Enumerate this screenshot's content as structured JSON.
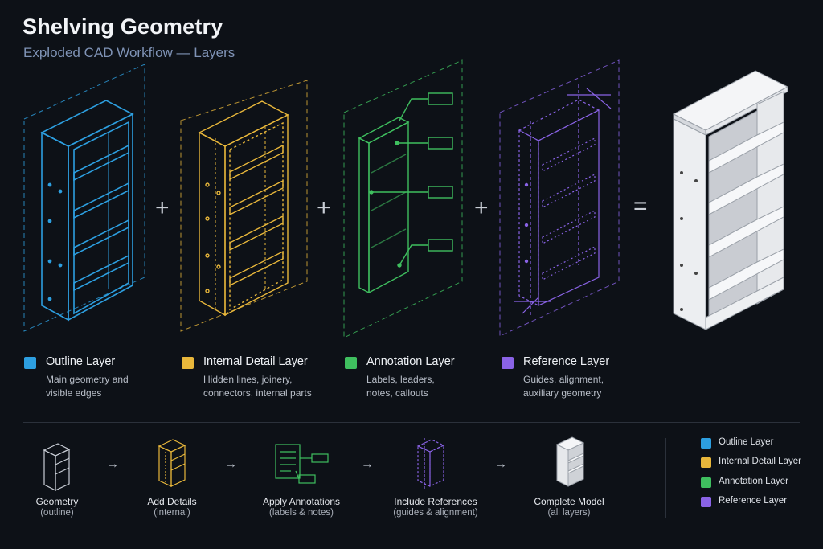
{
  "header": {
    "title": "Shelving Geometry",
    "subtitle": "Exploded CAD Workflow — Layers"
  },
  "operators": [
    "+",
    "+",
    "+",
    "="
  ],
  "colors": {
    "outline": "#2d9fe0",
    "detail": "#e8b73b",
    "annotation": "#3fbf5f",
    "reference": "#8a63e6",
    "model": "#e9ebee"
  },
  "layers": [
    {
      "name": "Outline Layer",
      "desc1": "Main geometry and",
      "desc2": "visible edges",
      "color": "#2d9fe0"
    },
    {
      "name": "Internal Detail Layer",
      "desc1": "Hidden lines, joinery,",
      "desc2": "connectors, internal parts",
      "color": "#e8b73b"
    },
    {
      "name": "Annotation Layer",
      "desc1": "Labels, leaders,",
      "desc2": "notes, callouts",
      "color": "#3fbf5f"
    },
    {
      "name": "Reference Layer",
      "desc1": "Guides, alignment,",
      "desc2": "auxiliary geometry",
      "color": "#8a63e6"
    }
  ],
  "workflow": {
    "arrow": "→",
    "steps": [
      {
        "label": "Geometry",
        "sub": "(outline)"
      },
      {
        "label": "Add Details",
        "sub": "(internal)"
      },
      {
        "label": "Apply Annotations",
        "sub": "(labels & notes)"
      },
      {
        "label": "Include References",
        "sub": "(guides & alignment)"
      },
      {
        "label": "Complete Model",
        "sub": "(all layers)"
      }
    ]
  },
  "key": [
    {
      "label": "Outline Layer",
      "color": "#2d9fe0"
    },
    {
      "label": "Internal Detail Layer",
      "color": "#e8b73b"
    },
    {
      "label": "Annotation Layer",
      "color": "#3fbf5f"
    },
    {
      "label": "Reference Layer",
      "color": "#8a63e6"
    }
  ]
}
